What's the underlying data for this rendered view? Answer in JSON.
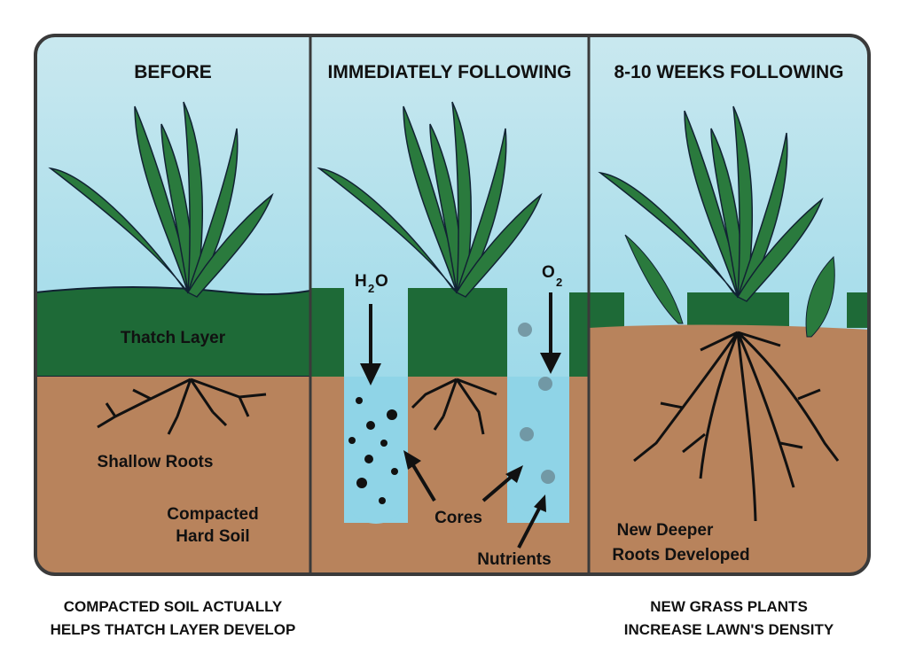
{
  "panels": [
    {
      "title": "BEFORE",
      "labels": [
        "Thatch Layer",
        "Shallow Roots",
        "Compacted",
        "Hard Soil"
      ]
    },
    {
      "title": "IMMEDIATELY FOLLOWING",
      "labels": [
        "H",
        "2",
        "O",
        "O",
        "2",
        "Cores",
        "Nutrients"
      ]
    },
    {
      "title": "8-10 WEEKS FOLLOWING",
      "labels": [
        "New Deeper",
        "Roots Developed"
      ]
    }
  ],
  "captions": {
    "left": [
      "COMPACTED SOIL ACTUALLY",
      "HELPS THATCH LAYER DEVELOP"
    ],
    "right": [
      "NEW GRASS PLANTS",
      "INCREASE LAWN'S DENSITY"
    ]
  },
  "colors": {
    "sky_top": "#c9e8ef",
    "sky_bottom": "#86d2e6",
    "thatch": "#1e6a37",
    "soil": "#b8835c",
    "core": "#8fd4e7",
    "leaf": "#2a7a3d",
    "frame": "#3a3a3a"
  }
}
